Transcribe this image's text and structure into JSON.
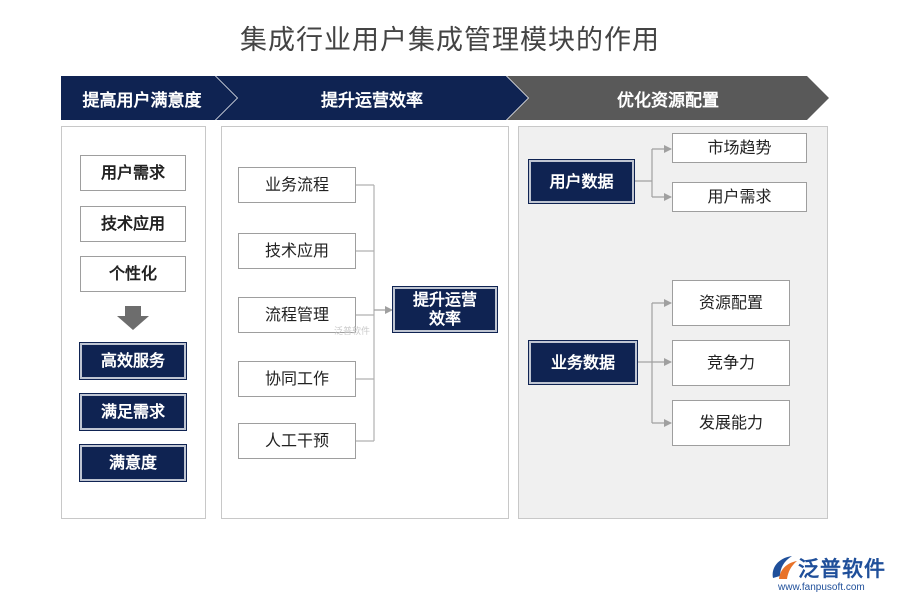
{
  "title": "集成行业用户集成管理模块的作用",
  "headers": [
    "提高用户满意度",
    "提升运营效率",
    "优化资源配置"
  ],
  "col1": {
    "top_items": [
      "用户需求",
      "技术应用",
      "个性化"
    ],
    "bottom_items": [
      "高效服务",
      "满足需求",
      "满意度"
    ]
  },
  "col2": {
    "items": [
      "业务流程",
      "技术应用",
      "流程管理",
      "协同工作",
      "人工干预"
    ],
    "result": "提升运营\n效率"
  },
  "col3": {
    "groups": [
      {
        "source": "用户数据",
        "targets": [
          "市场趋势",
          "用户需求"
        ]
      },
      {
        "source": "业务数据",
        "targets": [
          "资源配置",
          "竞争力",
          "发展能力"
        ]
      }
    ]
  },
  "watermark": "泛普软件",
  "logo": {
    "name": "泛普软件",
    "url": "www.fanpusoft.com"
  },
  "colors": {
    "navy": "#0f2352",
    "gray_header": "#595959",
    "panel_gray": "#f0f0f0",
    "brand_blue": "#1f4f9a",
    "brand_orange": "#e8732a"
  }
}
